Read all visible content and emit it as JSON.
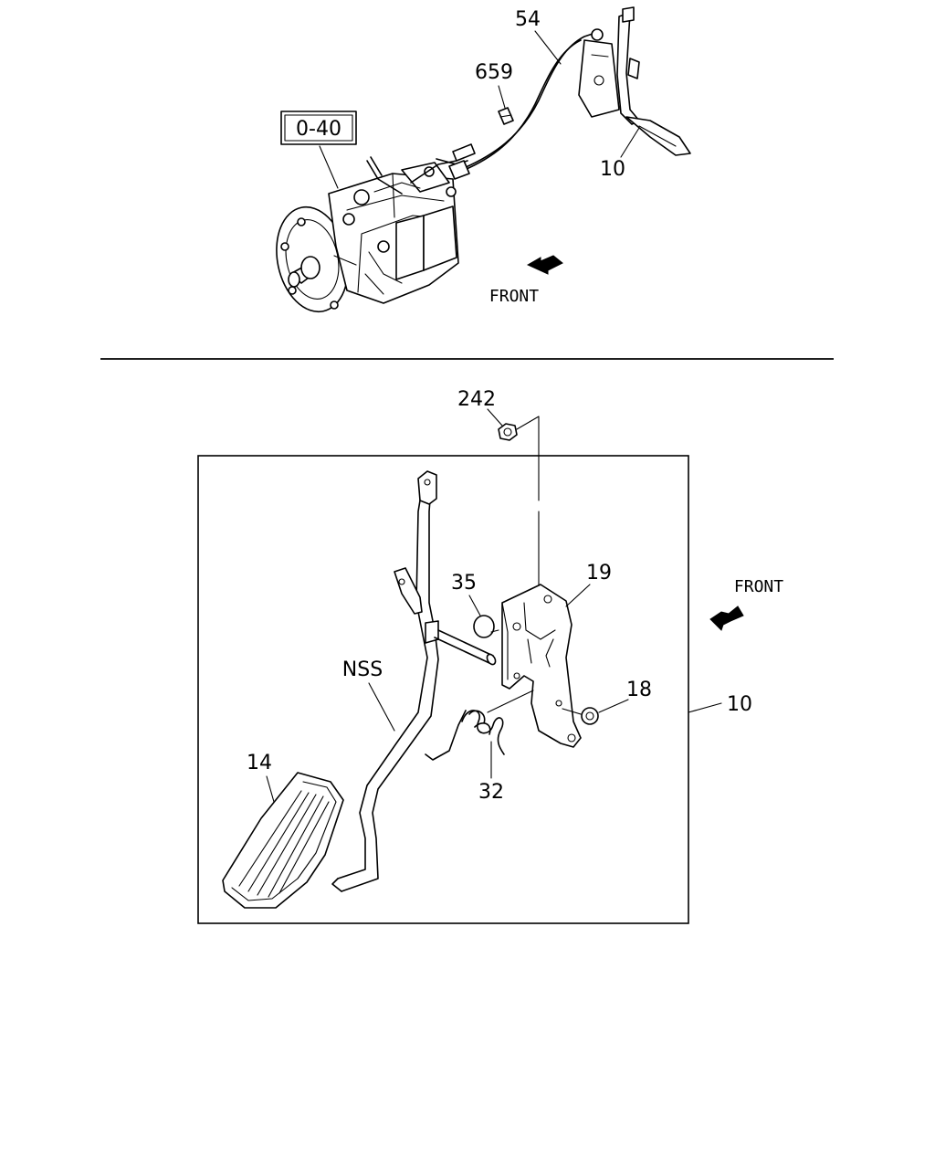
{
  "top_section": {
    "labels": {
      "cable": "54",
      "clip": "659",
      "reference_box": "0-40",
      "pedal_assembly": "10",
      "front": "FRONT"
    }
  },
  "bottom_section": {
    "labels": {
      "nut": "242",
      "cap": "35",
      "bracket": "19",
      "washer": "18",
      "assembly": "10",
      "lever": "NSS",
      "pad": "14",
      "spring": "32",
      "front": "FRONT"
    }
  }
}
